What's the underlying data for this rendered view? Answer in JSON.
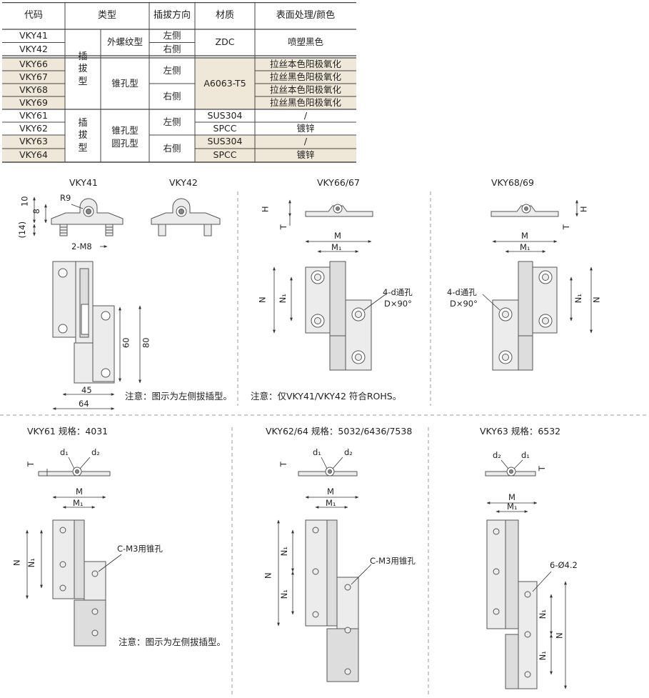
{
  "table": {
    "headers": [
      "代码",
      "类型",
      "插拔方向",
      "材质",
      "表面处理/颜色"
    ],
    "codes": [
      "VKY41",
      "VKY42",
      "VKY66",
      "VKY67",
      "VKY68",
      "VKY69",
      "VKY61",
      "VKY62",
      "VKY63",
      "VKY64"
    ],
    "type_group_1": "插拔型",
    "type_group_2": "插拔型",
    "type_external_thread": "外螺纹型",
    "type_cone_hole": "锥孔型",
    "type_cone_hole_2": "锥孔型",
    "type_round_hole": "圆孔型",
    "dir_left": "左侧",
    "dir_right": "右侧",
    "mat_zdc": "ZDC",
    "mat_a6063": "A6063-T5",
    "mat_sus304": "SUS304",
    "mat_spcc": "SPCC",
    "finish_black_spray": "喷塑黑色",
    "finish_natural_brushed": "拉丝本色阳极氧化",
    "finish_black_brushed": "拉丝黑色阳极氧化",
    "finish_none": "/",
    "finish_zinc": "镀锌",
    "highlight_color": "#efe8d8"
  },
  "drawings": {
    "vky41": {
      "title": "VKY41",
      "r9": "R9",
      "d10": "10",
      "d8": "8",
      "d14": "(14)",
      "m8": "2-M8",
      "d60": "60",
      "d80": "80",
      "d45": "45",
      "d64": "64",
      "note": "注意：图示为左侧拔插型。"
    },
    "vky42": {
      "title": "VKY42"
    },
    "vky6667": {
      "title": "VKY66/67",
      "H": "H",
      "T": "T",
      "M": "M",
      "M1": "M₁",
      "N": "N",
      "N1": "N₁",
      "hole": "4-d通孔",
      "angle": "D×90°",
      "note": "注意：仅VKY41/VKY42 符合ROHS。"
    },
    "vky6869": {
      "title": "VKY68/69",
      "H": "H",
      "T": "T",
      "M": "M",
      "M1": "M₁",
      "N": "N",
      "N1": "N₁",
      "hole": "4-d通孔",
      "angle": "D×90°"
    },
    "vky61": {
      "title": "VKY61 规格：4031",
      "d1": "d₁",
      "d2": "d₂",
      "T": "T",
      "M": "M",
      "M1": "M₁",
      "N": "N",
      "N1": "N₁",
      "cone": "C-M3用锥孔",
      "note": "注意：图示为左侧拔插型。"
    },
    "vky6264": {
      "title": "VKY62/64 规格：5032/6436/7538",
      "d1": "d₁",
      "d2": "d₂",
      "T": "T",
      "M": "M",
      "M1": "M₁",
      "N": "N",
      "N1a": "N₁",
      "N1b": "N₁",
      "cone": "C-M3用锥孔"
    },
    "vky63": {
      "title": "VKY63 规格：6532",
      "d1": "d₁",
      "d2": "d₂",
      "T": "T",
      "M": "M",
      "M1": "M₁",
      "N": "N",
      "N1a": "N₁",
      "N1b": "N₁",
      "holes": "6-Ø4.2"
    }
  },
  "colors": {
    "line": "#333333",
    "part_fill": "#ececec",
    "part_stroke": "#555555",
    "divider": "#999999"
  }
}
